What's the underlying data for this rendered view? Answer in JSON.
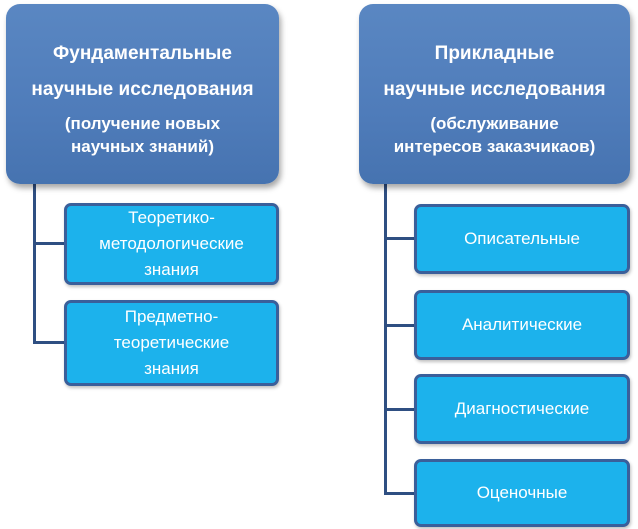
{
  "left": {
    "header": {
      "title_lines": [
        "Фундаментальные",
        "научные исследования"
      ],
      "subtitle_lines": [
        "(получение новых",
        "научных знаний)"
      ]
    },
    "children": [
      {
        "lines": [
          "Теоретико-",
          "методологические",
          "знания"
        ]
      },
      {
        "lines": [
          "Предметно-",
          "теоретические",
          "знания"
        ]
      }
    ]
  },
  "right": {
    "header": {
      "title_lines": [
        "Прикладные",
        "научные исследования"
      ],
      "subtitle_lines": [
        "(обслуживание",
        "интересов заказчикаов)"
      ]
    },
    "children": [
      {
        "lines": [
          "Описательные"
        ]
      },
      {
        "lines": [
          "Аналитические"
        ]
      },
      {
        "lines": [
          "Диагностические"
        ]
      },
      {
        "lines": [
          "Оценочные"
        ]
      }
    ]
  },
  "colors": {
    "header_fill": "#4f7cba",
    "child_fill": "#1cb2ec",
    "child_border": "#3a5f9a",
    "connector": "#2f4f82",
    "text": "#ffffff"
  }
}
